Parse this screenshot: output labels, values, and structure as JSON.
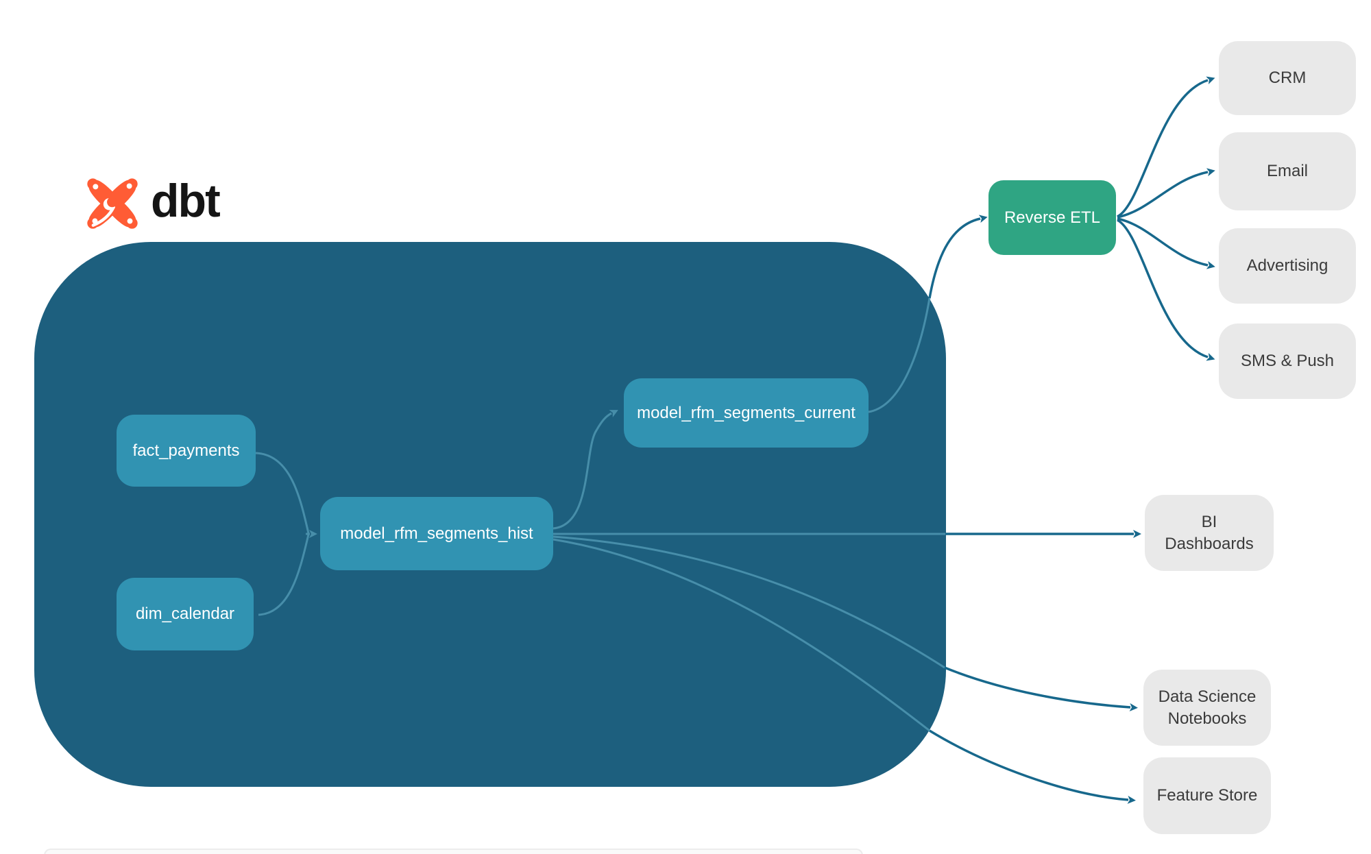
{
  "logo": {
    "text": "dbt"
  },
  "warehouse": {
    "nodes": [
      {
        "label": "fact_payments"
      },
      {
        "label": "dim_calendar"
      },
      {
        "label": "model_rfm_segments_hist"
      },
      {
        "label": "model_rfm_segments_current"
      }
    ]
  },
  "reverse_etl": {
    "label": "Reverse ETL"
  },
  "activation_destinations": [
    {
      "label": "CRM"
    },
    {
      "label": "Email"
    },
    {
      "label": "Advertising"
    },
    {
      "label": "SMS & Push"
    }
  ],
  "analytics_destinations": [
    {
      "label": "BI Dashboards"
    },
    {
      "label": "Data Science Notebooks"
    },
    {
      "label": "Feature Store"
    }
  ],
  "edges": [
    {
      "from": "fact_payments",
      "to": "model_rfm_segments_hist"
    },
    {
      "from": "dim_calendar",
      "to": "model_rfm_segments_hist"
    },
    {
      "from": "model_rfm_segments_hist",
      "to": "model_rfm_segments_current"
    },
    {
      "from": "model_rfm_segments_current",
      "to": "Reverse ETL"
    },
    {
      "from": "Reverse ETL",
      "to": "CRM"
    },
    {
      "from": "Reverse ETL",
      "to": "Email"
    },
    {
      "from": "Reverse ETL",
      "to": "Advertising"
    },
    {
      "from": "Reverse ETL",
      "to": "SMS & Push"
    },
    {
      "from": "model_rfm_segments_hist",
      "to": "BI Dashboards"
    },
    {
      "from": "model_rfm_segments_hist",
      "to": "Data Science Notebooks"
    },
    {
      "from": "model_rfm_segments_hist",
      "to": "Feature Store"
    }
  ],
  "colors": {
    "warehouse_container": "#1d5f7e",
    "model_node": "#3193b2",
    "reverse_etl_node": "#2fa583",
    "destination_node": "#e9e9e9",
    "destination_text": "#3b3b3b",
    "edge_dark": "#17688c",
    "edge_light": "#4f97b1",
    "logo_orange": "#ff5c35",
    "logo_text": "#151515"
  }
}
